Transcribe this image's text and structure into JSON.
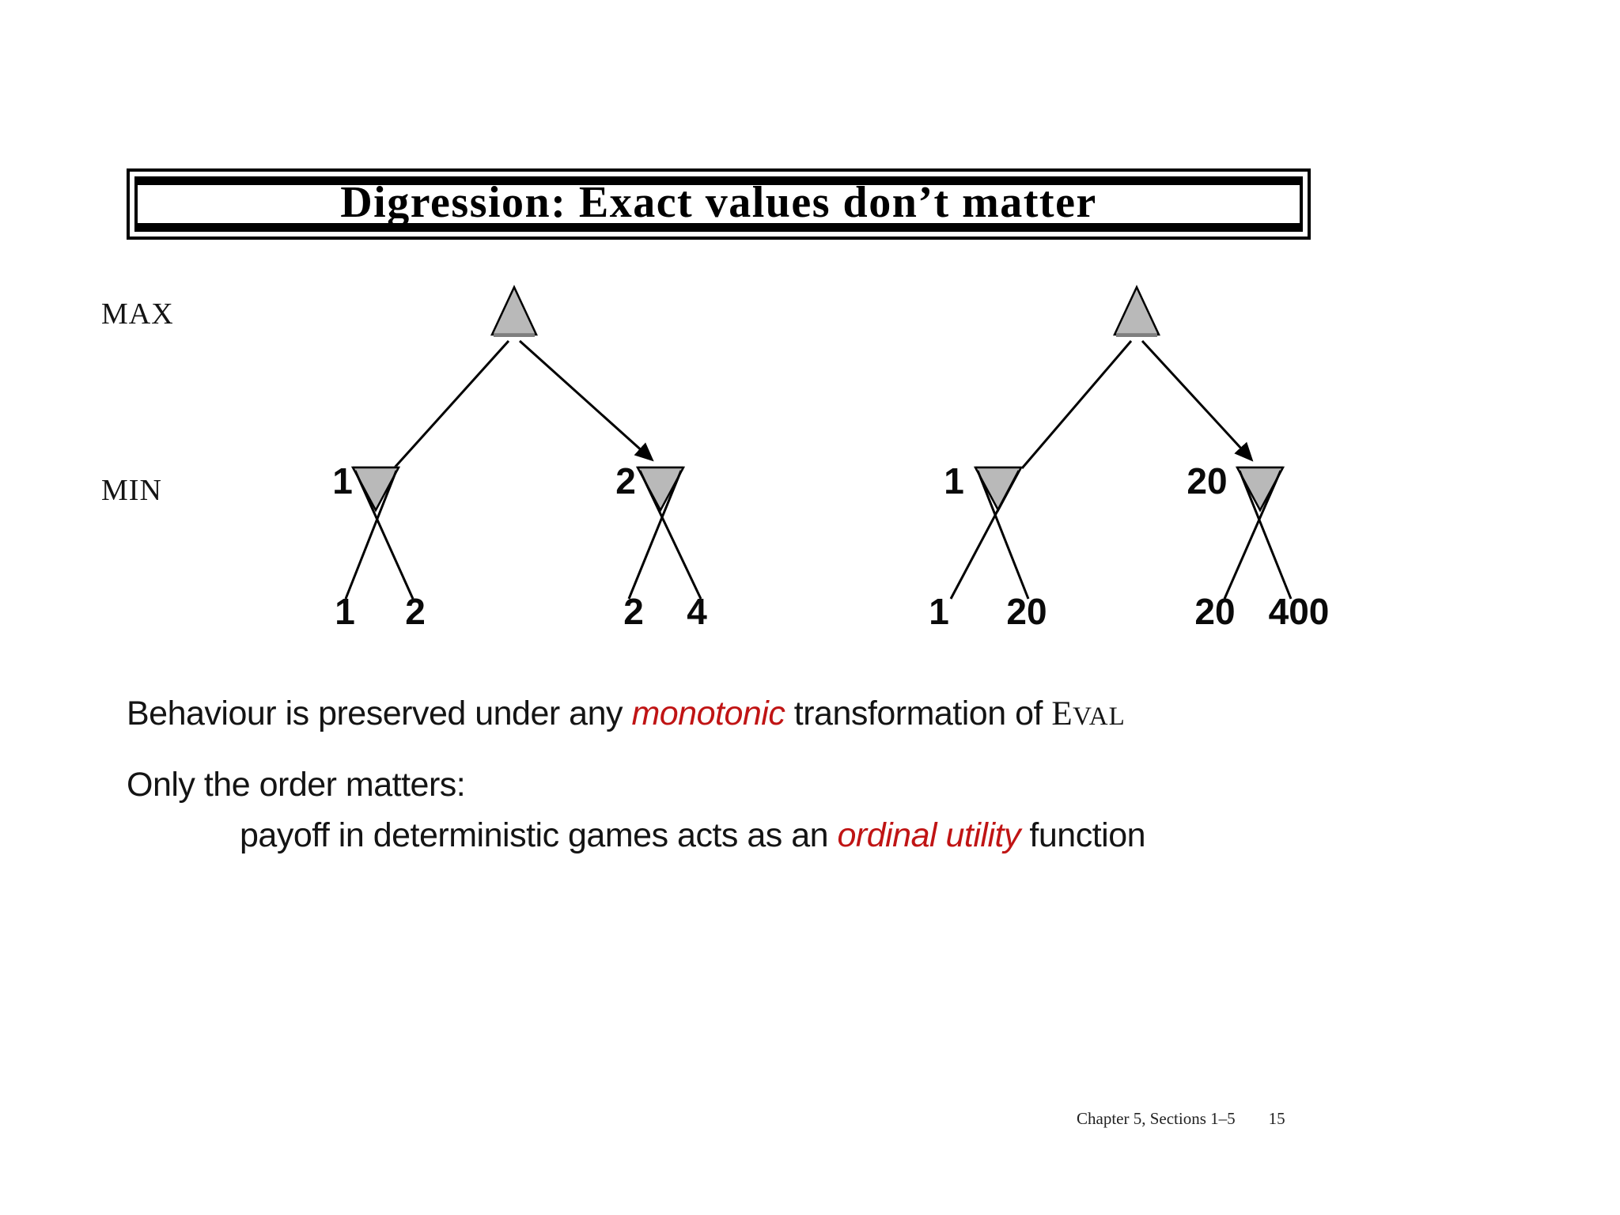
{
  "title": "Digression: Exact values don’t matter",
  "diagram": {
    "row_labels": [
      {
        "label": "MAX"
      },
      {
        "label": "MIN"
      }
    ],
    "trees": [
      {
        "id": "left",
        "min_nodes": [
          {
            "label": "1",
            "leaves": [
              "1",
              "2"
            ]
          },
          {
            "label": "2",
            "leaves": [
              "2",
              "4"
            ]
          }
        ]
      },
      {
        "id": "right",
        "min_nodes": [
          {
            "label": "1",
            "leaves": [
              "1",
              "20"
            ]
          },
          {
            "label": "20",
            "leaves": [
              "20",
              "400"
            ]
          }
        ]
      }
    ]
  },
  "body": {
    "line1_pre": "Behaviour is preserved under any ",
    "line1_red": "monotonic",
    "line1_mid": " transformation of ",
    "eval_big": "E",
    "eval_small": "VAL",
    "line2": "Only the order matters:",
    "line3_pre": "payoff in deterministic games acts as an ",
    "line3_red": "ordinal utility",
    "line3_post": " function"
  },
  "footer": {
    "left": "Chapter 5, Sections 1–5",
    "page": "15"
  },
  "colors": {
    "accent_red": "#c01414",
    "triangle_fill": "#b9b9b9",
    "triangle_shade": "#7f7f7f",
    "line": "#000000"
  }
}
